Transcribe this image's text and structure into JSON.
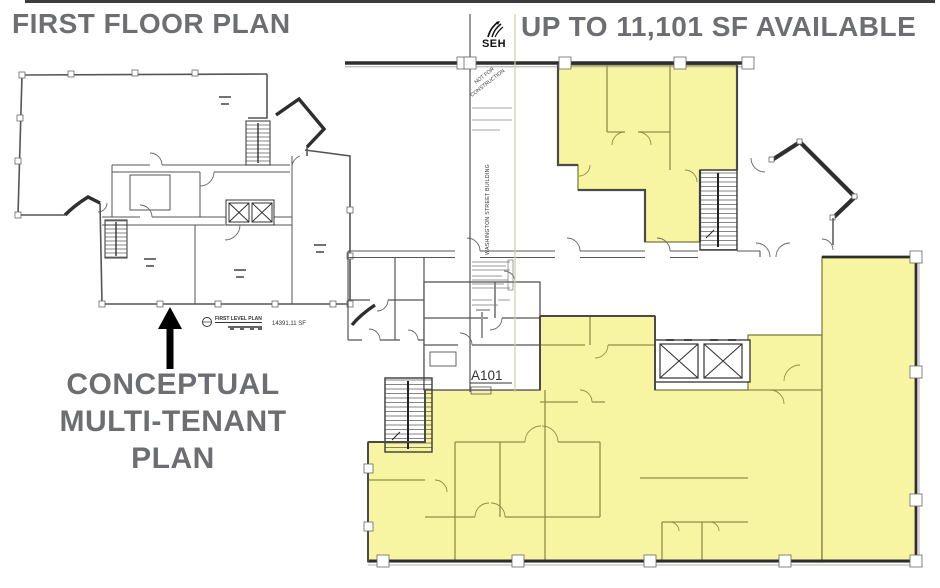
{
  "page": {
    "heading_left": "FIRST FLOOR PLAN",
    "heading_right": "UP TO 11,101 SF AVAILABLE",
    "heading_color": "#6d6e71",
    "highlight_color": "#f8f5a2"
  },
  "logo": {
    "text": "SEH"
  },
  "left_plan": {
    "caption_title": "FIRST LEVEL PLAN",
    "caption_area": "14391.11 SF",
    "annotation_lines": [
      "CONCEPTUAL",
      "MULTI-TENANT",
      "PLAN"
    ]
  },
  "title_block": {
    "stamp_lines": [
      "NOT FOR",
      "CONSTRUCTION"
    ],
    "building_label": "WASHINGTON STREET BUILDING",
    "sheet_number": "A101"
  }
}
